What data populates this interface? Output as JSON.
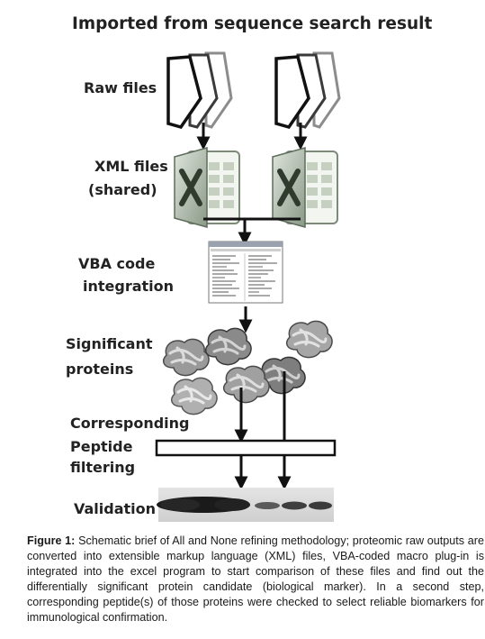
{
  "diagram": {
    "title": "Imported from sequence search result",
    "steps": {
      "raw_files": "Raw files",
      "xml_files_line1": "XML files",
      "xml_files_line2": "(shared)",
      "vba_line1": "VBA code",
      "vba_line2": "integration",
      "proteins_line1": "Significant",
      "proteins_line2": "proteins",
      "peptide_line1": "Corresponding",
      "peptide_line2": "Peptide",
      "peptide_line3": "filtering",
      "validation": "Validation"
    },
    "icons": [
      "document-stack-icon",
      "excel-xml-file-icon",
      "vba-code-screenshot-icon",
      "protein-structure-icon",
      "western-blot-image"
    ],
    "colors": {
      "ink": "#1b1b1b",
      "excel_green": "#5a7d55",
      "protein_gray": "#9a9a9a"
    }
  },
  "caption": {
    "label": "Figure 1:",
    "text": " Schematic brief of All and None refining methodology; proteomic raw outputs are converted into extensible markup language (XML) files, VBA-coded macro plug-in is integrated into the excel program to start comparison of these files and find out the differentially significant protein candidate (biological marker). In a second step, corresponding peptide(s) of those proteins were checked to select reliable biomarkers for immunological confirmation."
  }
}
